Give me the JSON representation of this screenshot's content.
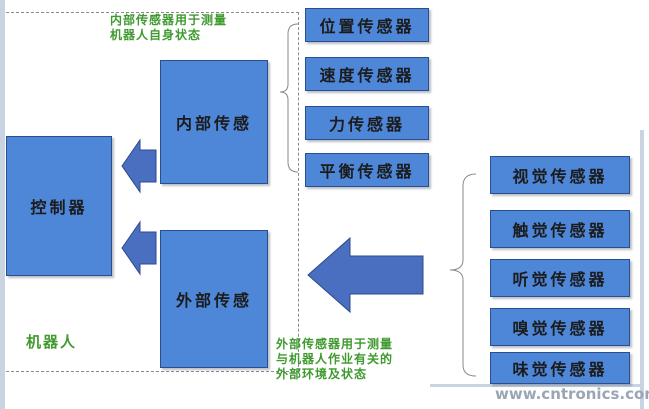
{
  "diagram": {
    "controller": "控制器",
    "internal_group": "内部传感",
    "external_group": "外部传感",
    "robot_label": "机器人",
    "internal_note": [
      "内部传感器用于测量",
      "机器人自身状态"
    ],
    "external_note": [
      "外部传感器用于测量",
      "与机器人作业有关的",
      "外部环境及状态"
    ],
    "internal_sensors": [
      "位置传感器",
      "速度传感器",
      "力传感器",
      "平衡传感器"
    ],
    "external_sensors": [
      "视觉传感器",
      "触觉传感器",
      "听觉传感器",
      "嗅觉传感器",
      "味觉传感器"
    ],
    "watermark": "www.cntronics.com",
    "colors": {
      "box_fill": "#4e86d8",
      "box_border": "#2a4f8f",
      "arrow": "#4a6fc0",
      "note_text": "#3f9a2f"
    }
  }
}
